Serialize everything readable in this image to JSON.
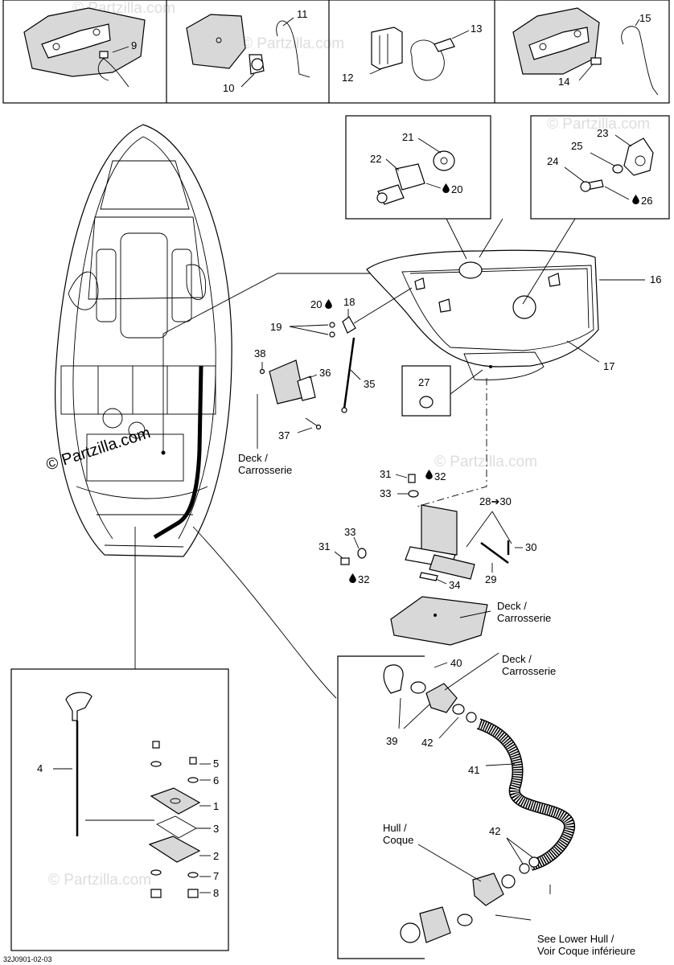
{
  "diagram_code": "32J0901-02-03",
  "watermark_text": "© Partzilla.com",
  "deck_label": "Deck /\nCarrosserie",
  "hull_label": "Hull /\nCoque",
  "see_lower_hull_label": "See Lower Hull /\nVoir Coque inférieure",
  "callouts": {
    "c1": "1",
    "c2": "2",
    "c3": "3",
    "c4": "4",
    "c5": "5",
    "c6": "6",
    "c7": "7",
    "c8": "8",
    "c9": "9",
    "c10": "10",
    "c11": "11",
    "c12": "12",
    "c13": "13",
    "c14": "14",
    "c15": "15",
    "c16": "16",
    "c17": "17",
    "c18": "18",
    "c19": "19",
    "c20": "20",
    "c21": "21",
    "c22": "22",
    "c23": "23",
    "c24": "24",
    "c25": "25",
    "c26": "26",
    "c27": "27",
    "c28": "28",
    "c29": "29",
    "c30": "30",
    "c31": "31",
    "c33": "33",
    "c34": "34",
    "c35": "35",
    "c36": "36",
    "c37": "37",
    "c38": "38",
    "c39": "39",
    "c40": "40",
    "c41": "41",
    "c42": "42",
    "c20_drop_a": "20",
    "c26_drop": "26",
    "c20_drop_b": "20",
    "c28_30": "28➔30",
    "c30_b": "30",
    "c31_a": "31",
    "c32_a": "32",
    "c31_b": "31",
    "c32_b": "32",
    "c33_b": "33",
    "c42_b": "42"
  },
  "icons": {
    "drop": "glue-drop-icon",
    "arrow": "right-arrow-icon"
  }
}
